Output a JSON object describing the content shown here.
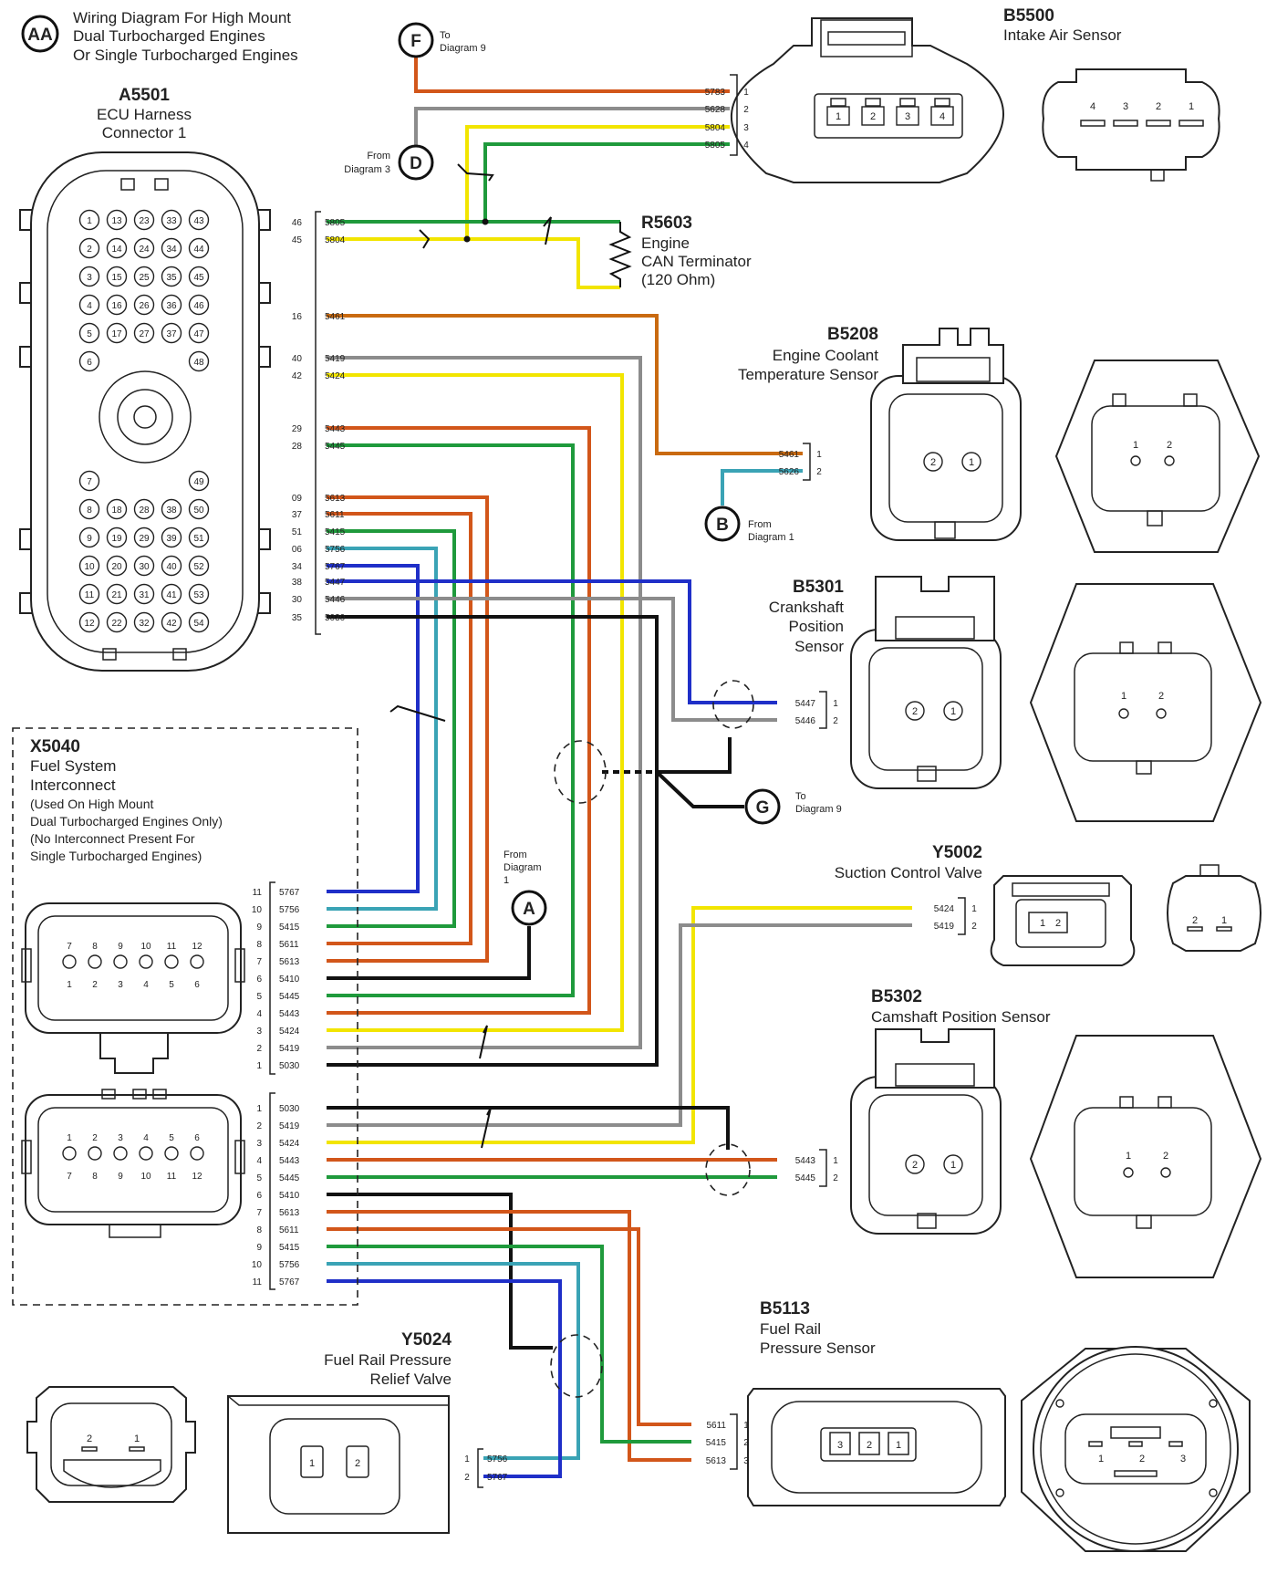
{
  "title": {
    "badge": "AA",
    "lines": [
      "Wiring Diagram For High Mount",
      "Dual Turbocharged Engines",
      "Or Single Turbocharged Engines"
    ]
  },
  "colors": {
    "orange": "#d2561a",
    "gray": "#8c8c8c",
    "yellow": "#f2e500",
    "green": "#1f9a3c",
    "blue": "#1f2fc8",
    "black": "#111111",
    "teal": "#3aa3b5",
    "darkorange": "#c96a10"
  },
  "a5501": {
    "id": "A5501",
    "name": [
      "ECU Harness",
      "Connector 1"
    ],
    "pins_top": [
      [
        "1",
        "13",
        "23",
        "33",
        "43"
      ],
      [
        "2",
        "14",
        "24",
        "34",
        "44"
      ],
      [
        "3",
        "15",
        "25",
        "35",
        "45"
      ],
      [
        "4",
        "16",
        "26",
        "36",
        "46"
      ],
      [
        "5",
        "17",
        "27",
        "37",
        "47"
      ],
      [
        "6",
        "",
        "",
        "",
        "48"
      ]
    ],
    "pins_bottom": [
      [
        "7",
        "",
        "",
        "",
        "49"
      ],
      [
        "8",
        "18",
        "28",
        "38",
        "50"
      ],
      [
        "9",
        "19",
        "29",
        "39",
        "51"
      ],
      [
        "10",
        "20",
        "30",
        "40",
        "52"
      ],
      [
        "11",
        "21",
        "31",
        "41",
        "53"
      ],
      [
        "12",
        "22",
        "32",
        "42",
        "54"
      ]
    ]
  },
  "wires_a5501": [
    {
      "pin": "46",
      "circuit": "5805",
      "color": "green"
    },
    {
      "pin": "45",
      "circuit": "5804",
      "color": "yellow"
    },
    {
      "pin": "16",
      "circuit": "5461",
      "color": "darkorange"
    },
    {
      "pin": "40",
      "circuit": "5419",
      "color": "gray"
    },
    {
      "pin": "42",
      "circuit": "5424",
      "color": "yellow"
    },
    {
      "pin": "29",
      "circuit": "5443",
      "color": "orange"
    },
    {
      "pin": "28",
      "circuit": "5445",
      "color": "green"
    },
    {
      "pin": "09",
      "circuit": "5613",
      "color": "orange"
    },
    {
      "pin": "37",
      "circuit": "5611",
      "color": "orange"
    },
    {
      "pin": "51",
      "circuit": "5415",
      "color": "green"
    },
    {
      "pin": "06",
      "circuit": "5756",
      "color": "teal"
    },
    {
      "pin": "34",
      "circuit": "5767",
      "color": "blue"
    },
    {
      "pin": "38",
      "circuit": "5447",
      "color": "blue"
    },
    {
      "pin": "30",
      "circuit": "5446",
      "color": "gray"
    },
    {
      "pin": "35",
      "circuit": "5030",
      "color": "black"
    }
  ],
  "b5500": {
    "id": "B5500",
    "name": "Intake Air Sensor",
    "pins": [
      "1",
      "2",
      "3",
      "4"
    ],
    "pins_rev": [
      "4",
      "3",
      "2",
      "1"
    ],
    "wires": [
      {
        "pin": "1",
        "circuit": "5783"
      },
      {
        "pin": "2",
        "circuit": "5628"
      },
      {
        "pin": "3",
        "circuit": "5804"
      },
      {
        "pin": "4",
        "circuit": "5805"
      }
    ]
  },
  "f_ref": {
    "letter": "F",
    "text": [
      "To",
      "Diagram 9"
    ]
  },
  "d_ref": {
    "letter": "D",
    "text": [
      "From",
      "Diagram 3"
    ]
  },
  "b_ref": {
    "letter": "B",
    "text": [
      "From",
      "Diagram 1"
    ]
  },
  "g_ref": {
    "letter": "G",
    "text": [
      "To",
      "Diagram 9"
    ]
  },
  "a_ref": {
    "letter": "A",
    "text": [
      "From",
      "Diagram",
      "1"
    ]
  },
  "r5603": {
    "id": "R5603",
    "name": [
      "Engine",
      "CAN Terminator",
      "(120 Ohm)"
    ]
  },
  "b5208": {
    "id": "B5208",
    "name": [
      "Engine Coolant",
      "Temperature Sensor"
    ],
    "pins": [
      "2",
      "1"
    ],
    "pins_rev": [
      "1",
      "2"
    ],
    "wires": [
      {
        "pin": "1",
        "circuit": "5461"
      },
      {
        "pin": "2",
        "circuit": "5626"
      }
    ]
  },
  "b5301": {
    "id": "B5301",
    "name": [
      "Crankshaft",
      "Position",
      "Sensor"
    ],
    "pins": [
      "2",
      "1"
    ],
    "pins_rev": [
      "1",
      "2"
    ],
    "wires": [
      {
        "pin": "1",
        "circuit": "5447"
      },
      {
        "pin": "2",
        "circuit": "5446"
      }
    ]
  },
  "x5040": {
    "id": "X5040",
    "name": [
      "Fuel System",
      "Interconnect"
    ],
    "note": [
      "(Used On High Mount",
      "Dual Turbocharged Engines Only)",
      "(No Interconnect Present For",
      "Single Turbocharged Engines)"
    ],
    "top_pins_a": [
      "7",
      "8",
      "9",
      "10",
      "11",
      "12"
    ],
    "top_pins_b": [
      "1",
      "2",
      "3",
      "4",
      "5",
      "6"
    ],
    "bot_pins_a": [
      "1",
      "2",
      "3",
      "4",
      "5",
      "6"
    ],
    "bot_pins_b": [
      "7",
      "8",
      "9",
      "10",
      "11",
      "12"
    ],
    "upper_wires": [
      {
        "pin": "11",
        "circuit": "5767"
      },
      {
        "pin": "10",
        "circuit": "5756"
      },
      {
        "pin": "9",
        "circuit": "5415"
      },
      {
        "pin": "8",
        "circuit": "5611"
      },
      {
        "pin": "7",
        "circuit": "5613"
      },
      {
        "pin": "6",
        "circuit": "5410"
      },
      {
        "pin": "5",
        "circuit": "5445"
      },
      {
        "pin": "4",
        "circuit": "5443"
      },
      {
        "pin": "3",
        "circuit": "5424"
      },
      {
        "pin": "2",
        "circuit": "5419"
      },
      {
        "pin": "1",
        "circuit": "5030"
      }
    ],
    "lower_wires": [
      {
        "pin": "1",
        "circuit": "5030"
      },
      {
        "pin": "2",
        "circuit": "5419"
      },
      {
        "pin": "3",
        "circuit": "5424"
      },
      {
        "pin": "4",
        "circuit": "5443"
      },
      {
        "pin": "5",
        "circuit": "5445"
      },
      {
        "pin": "6",
        "circuit": "5410"
      },
      {
        "pin": "7",
        "circuit": "5613"
      },
      {
        "pin": "8",
        "circuit": "5611"
      },
      {
        "pin": "9",
        "circuit": "5415"
      },
      {
        "pin": "10",
        "circuit": "5756"
      },
      {
        "pin": "11",
        "circuit": "5767"
      }
    ]
  },
  "y5002": {
    "id": "Y5002",
    "name": "Suction Control Valve",
    "pins": [
      "1",
      "2"
    ],
    "pins_rev": [
      "2",
      "1"
    ],
    "wires": [
      {
        "pin": "1",
        "circuit": "5424"
      },
      {
        "pin": "2",
        "circuit": "5419"
      }
    ]
  },
  "b5302": {
    "id": "B5302",
    "name": "Camshaft Position Sensor",
    "pins": [
      "2",
      "1"
    ],
    "pins_rev": [
      "1",
      "2"
    ],
    "wires": [
      {
        "pin": "1",
        "circuit": "5443"
      },
      {
        "pin": "2",
        "circuit": "5445"
      }
    ]
  },
  "b5113": {
    "id": "B5113",
    "name": [
      "Fuel Rail",
      "Pressure Sensor"
    ],
    "pins": [
      "3",
      "2",
      "1"
    ],
    "pins_rev": [
      "1",
      "2",
      "3"
    ],
    "wires": [
      {
        "pin": "1",
        "circuit": "5611"
      },
      {
        "pin": "2",
        "circuit": "5415"
      },
      {
        "pin": "3",
        "circuit": "5613"
      }
    ]
  },
  "y5024": {
    "id": "Y5024",
    "name": [
      "Fuel Rail Pressure",
      "Relief Valve"
    ],
    "pins": [
      "1",
      "2"
    ],
    "pins_rev": [
      "2",
      "1"
    ],
    "wires": [
      {
        "pin": "1",
        "circuit": "5756"
      },
      {
        "pin": "2",
        "circuit": "5767"
      }
    ]
  }
}
